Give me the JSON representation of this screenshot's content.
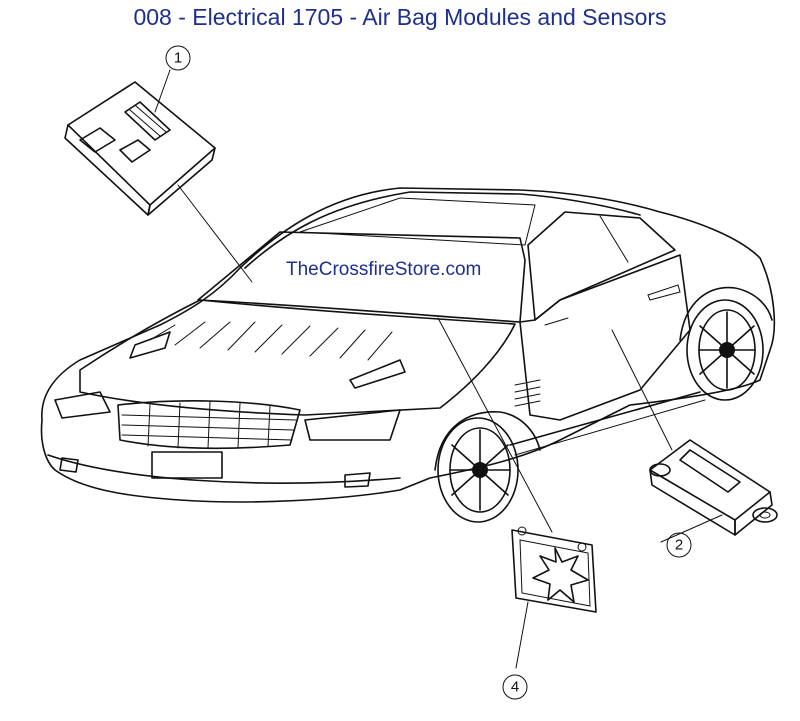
{
  "title": "008 - Electrical 1705 - Air Bag Modules and Sensors",
  "watermark": "TheCrossfireStore.com",
  "callouts": [
    "1",
    "2",
    "4"
  ]
}
